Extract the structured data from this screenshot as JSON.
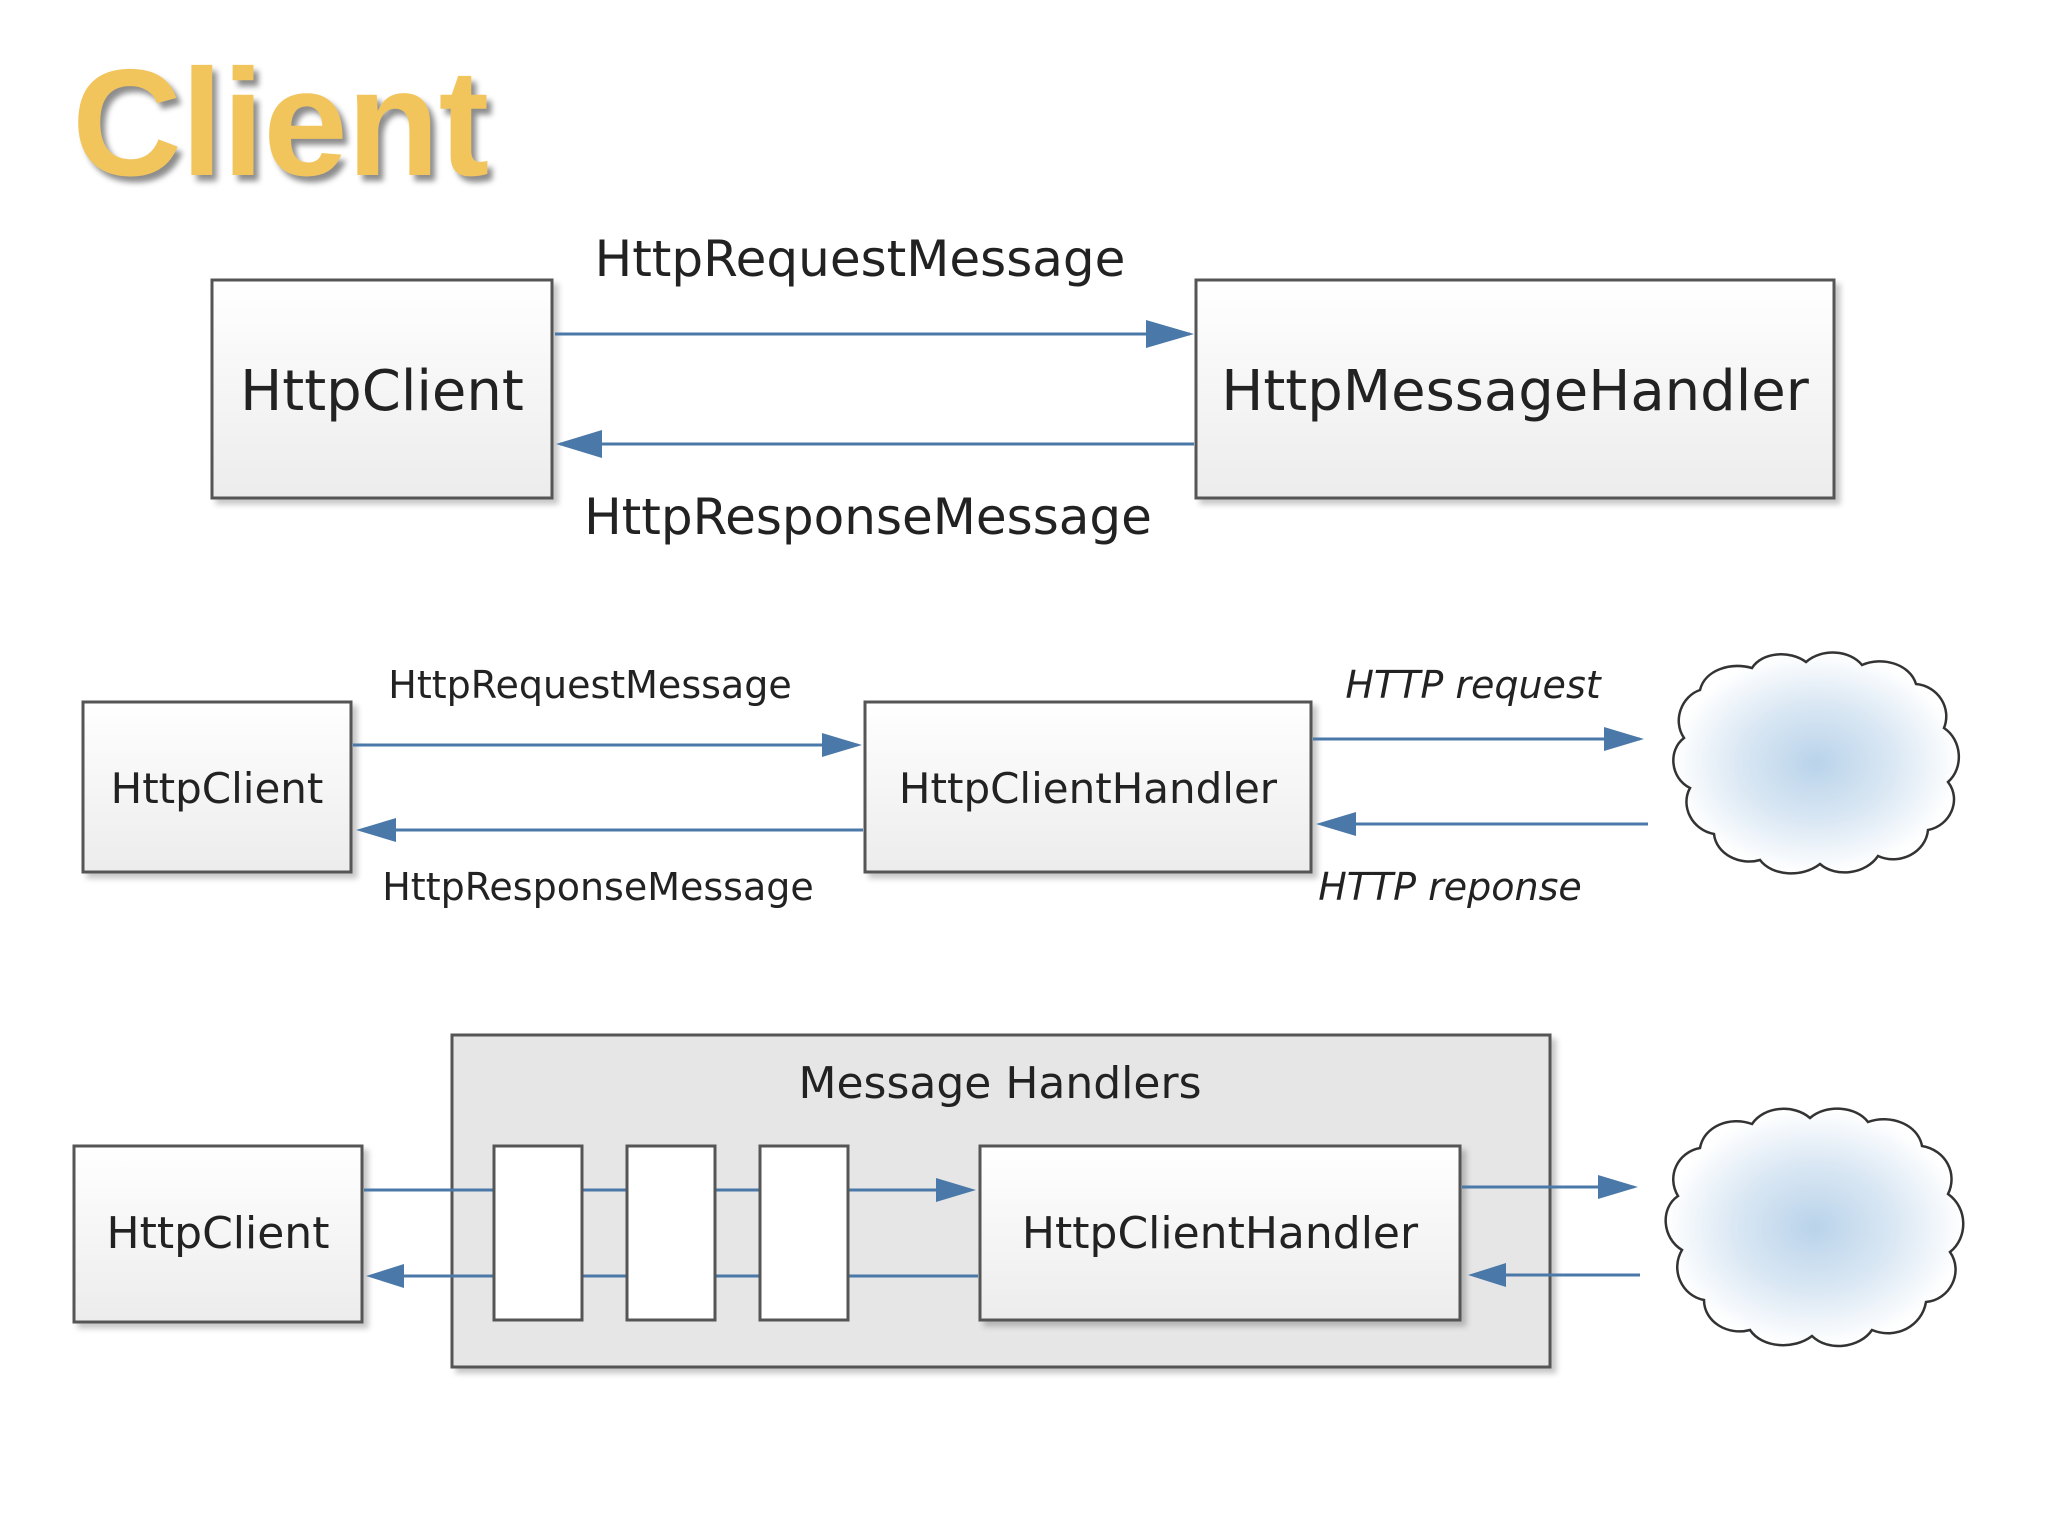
{
  "slide": {
    "title": "Client",
    "title_color": "#f2c55c"
  },
  "colors": {
    "arrow": "#4a78a8",
    "box_border": "#555555",
    "box_fill_top": "#ffffff",
    "box_fill_bottom": "#ececec",
    "container_fill": "#e6e6e6"
  },
  "diagram1": {
    "client_label": "HttpClient",
    "handler_label": "HttpMessageHandler",
    "request_label": "HttpRequestMessage",
    "response_label": "HttpResponseMessage"
  },
  "diagram2": {
    "client_label": "HttpClient",
    "handler_label": "HttpClientHandler",
    "request_label": "HttpRequestMessage",
    "response_label": "HttpResponseMessage",
    "http_request_label": "HTTP request",
    "http_response_label": "HTTP reponse",
    "network_icon": "cloud-icon"
  },
  "diagram3": {
    "client_label": "HttpClient",
    "container_label": "Message Handlers",
    "handler_label": "HttpClientHandler",
    "network_icon": "cloud-icon"
  }
}
